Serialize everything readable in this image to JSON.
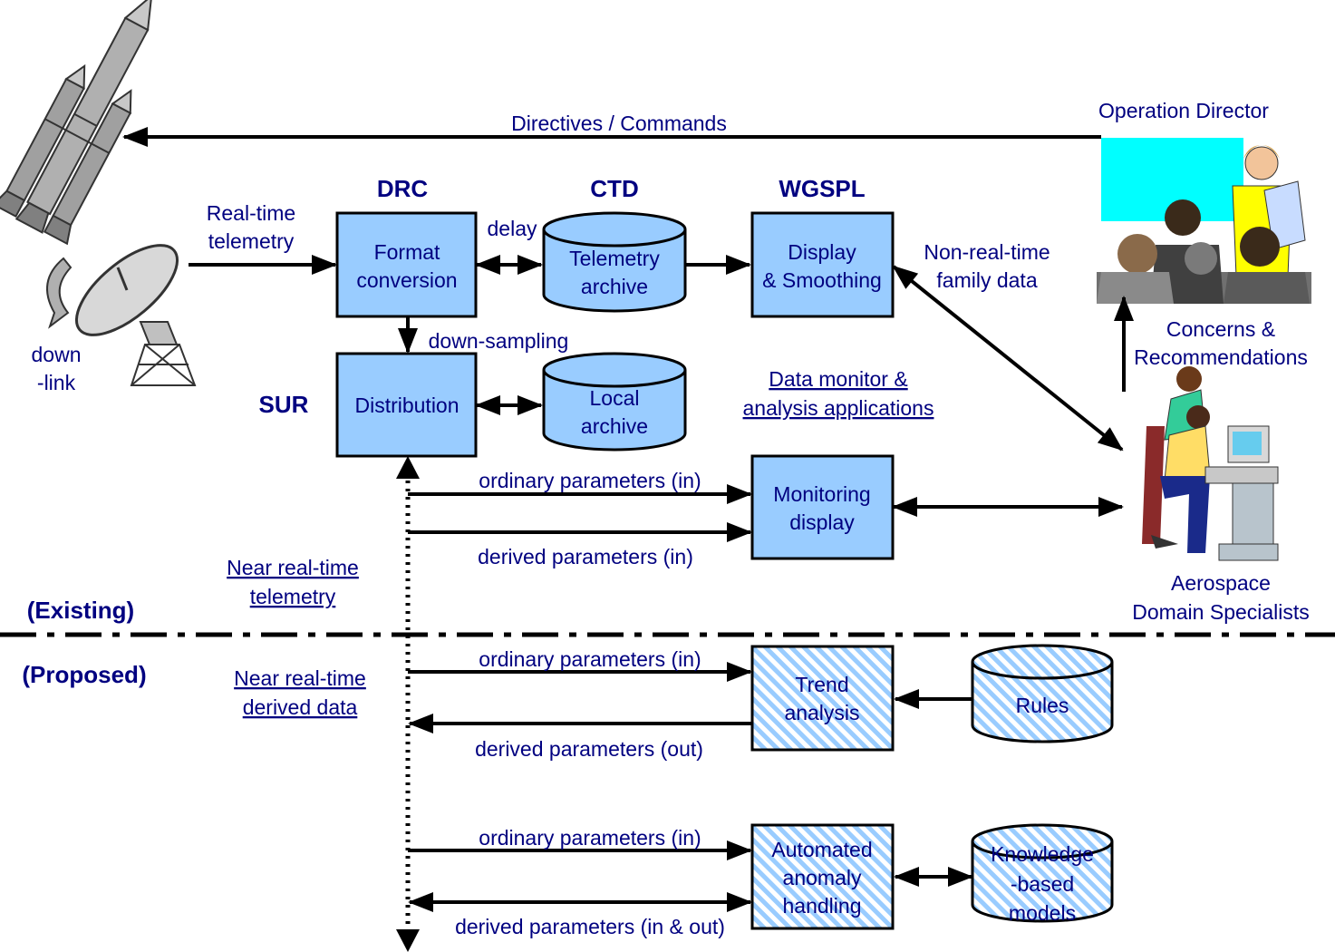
{
  "labels": {
    "directives": "Directives / Commands",
    "operation_director": "Operation Director",
    "realtime_1": "Real-time",
    "realtime_2": "telemetry",
    "downlink_1": "down",
    "downlink_2": "-link",
    "drc": "DRC",
    "ctd": "CTD",
    "wgspl": "WGSPL",
    "sur": "SUR",
    "delay": "delay",
    "down_sampling": "down-sampling",
    "nonreal_1": "Non-real-time",
    "nonreal_2": "family data",
    "concerns_1": "Concerns &",
    "concerns_2": "Recommendations",
    "dm_1": "Data monitor &",
    "dm_2": "analysis applications",
    "ord_in_1": "ordinary parameters (in)",
    "der_in": "derived parameters (in)",
    "nrt_tel_1": "Near real-time",
    "nrt_tel_2": "telemetry",
    "aero_1": "Aerospace",
    "aero_2": "Domain Specialists",
    "existing": "(Existing)",
    "proposed": "(Proposed)",
    "nrt_der_1": "Near real-time",
    "nrt_der_2": "derived data",
    "ord_in_2": "ordinary parameters (in)",
    "der_out": "derived parameters (out)",
    "ord_in_3": "ordinary parameters (in)",
    "der_inout": "derived parameters (in & out)"
  },
  "boxes": {
    "format_1": "Format",
    "format_2": "conversion",
    "distribution": "Distribution",
    "display_1": "Display",
    "display_2": "& Smoothing",
    "monitoring_1": "Monitoring",
    "monitoring_2": "display",
    "trend_1": "Trend",
    "trend_2": "analysis",
    "anomaly_1": "Automated",
    "anomaly_2": "anomaly",
    "anomaly_3": "handling"
  },
  "cylinders": {
    "telemetry_1": "Telemetry",
    "telemetry_2": "archive",
    "local_1": "Local",
    "local_2": "archive",
    "rules": "Rules",
    "kb_1": "Knowledge",
    "kb_2": "-based",
    "kb_3": "models"
  },
  "colors": {
    "text": "#000080",
    "box_fill": "#99ccff",
    "hatch": "#99ccff",
    "screen": "#00ffff"
  }
}
